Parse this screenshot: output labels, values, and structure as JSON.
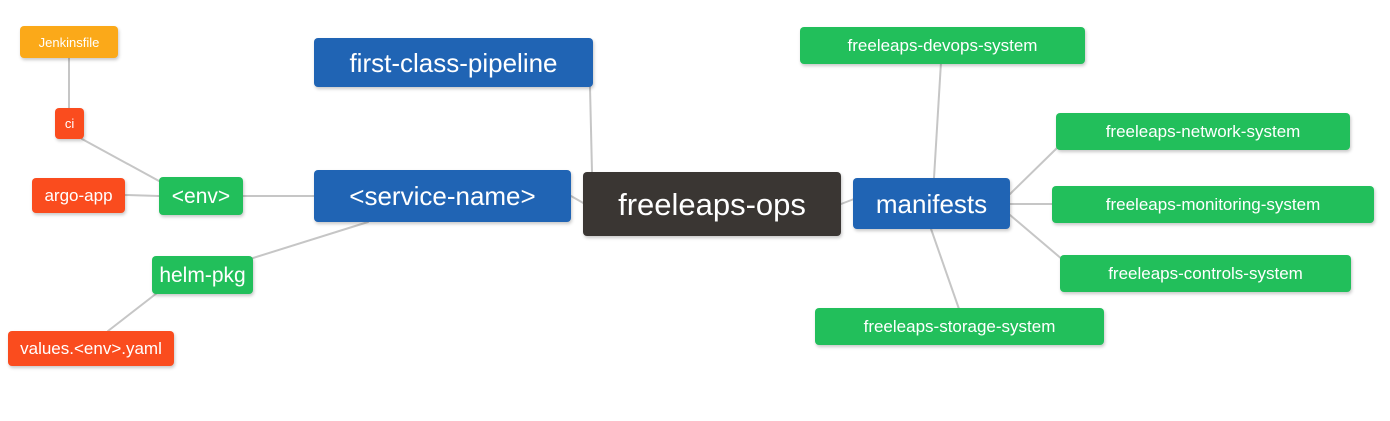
{
  "diagram": {
    "type": "mindmap",
    "title": "freeleaps-ops",
    "background": "#ffffff",
    "edge_color": "#c6c6c6",
    "palette": {
      "root": "#3a3633",
      "blue": "#2064b4",
      "green": "#22bf5b",
      "orange": "#fba919",
      "red": "#fa4c1e",
      "text": "#ffffff"
    }
  },
  "nodes": {
    "root": {
      "label": "freeleaps-ops"
    },
    "service_name": {
      "label": "<service-name>"
    },
    "first_class_pipeline": {
      "label": "first-class-pipeline"
    },
    "env": {
      "label": "<env>"
    },
    "ci": {
      "label": "ci"
    },
    "jenkinsfile": {
      "label": "Jenkinsfile"
    },
    "argo_app": {
      "label": "argo-app"
    },
    "helm_pkg": {
      "label": "helm-pkg"
    },
    "values_yaml": {
      "label": "values.<env>.yaml"
    },
    "manifests": {
      "label": "manifests"
    },
    "devops_system": {
      "label": "freeleaps-devops-system"
    },
    "network_system": {
      "label": "freeleaps-network-system"
    },
    "monitoring_system": {
      "label": "freeleaps-monitoring-system"
    },
    "controls_system": {
      "label": "freeleaps-controls-system"
    },
    "storage_system": {
      "label": "freeleaps-storage-system"
    }
  },
  "edges": [
    {
      "from": "root",
      "to": "service_name"
    },
    {
      "from": "root",
      "to": "first_class_pipeline"
    },
    {
      "from": "root",
      "to": "manifests"
    },
    {
      "from": "service_name",
      "to": "env"
    },
    {
      "from": "service_name",
      "to": "helm_pkg"
    },
    {
      "from": "env",
      "to": "ci"
    },
    {
      "from": "env",
      "to": "argo_app"
    },
    {
      "from": "ci",
      "to": "jenkinsfile"
    },
    {
      "from": "helm_pkg",
      "to": "values_yaml"
    },
    {
      "from": "manifests",
      "to": "devops_system"
    },
    {
      "from": "manifests",
      "to": "network_system"
    },
    {
      "from": "manifests",
      "to": "monitoring_system"
    },
    {
      "from": "manifests",
      "to": "controls_system"
    },
    {
      "from": "manifests",
      "to": "storage_system"
    }
  ]
}
